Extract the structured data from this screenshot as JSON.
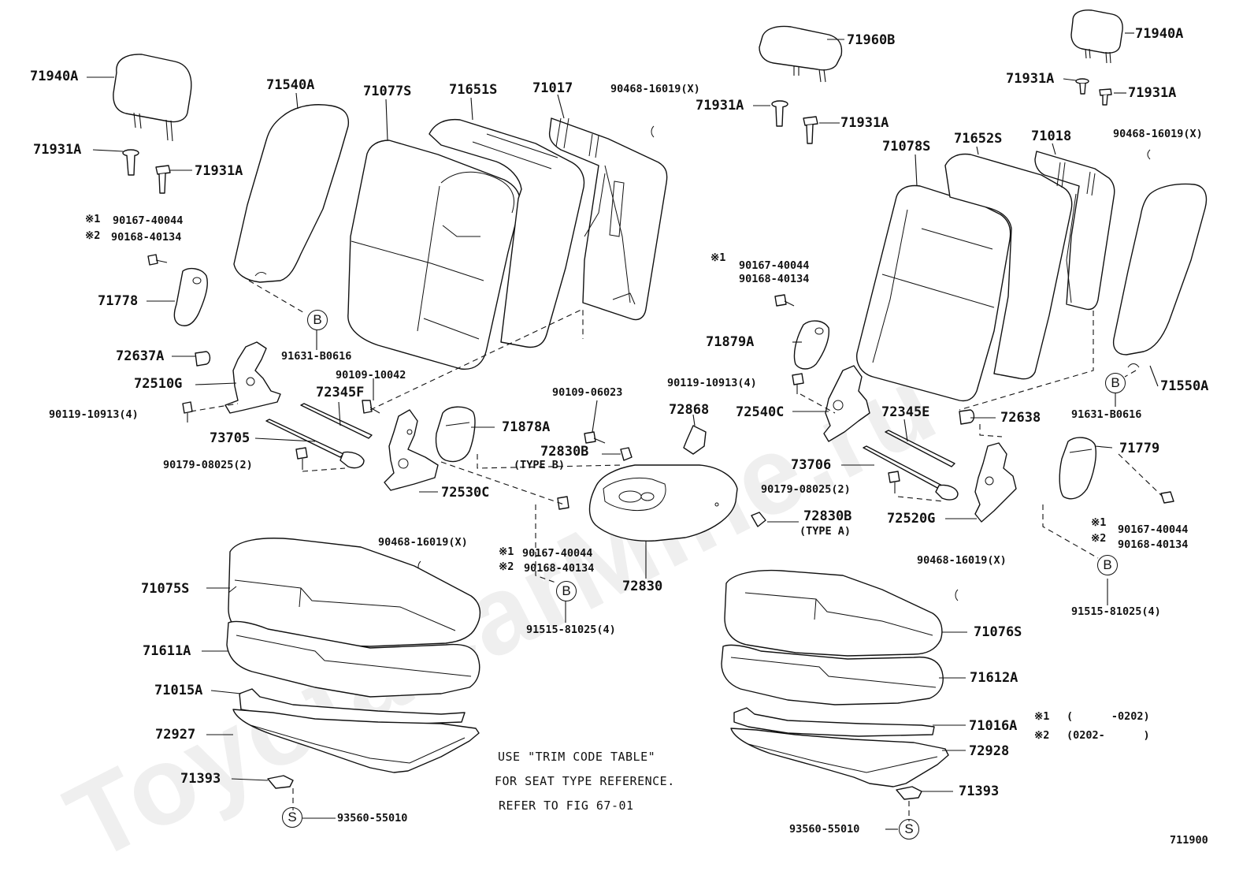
{
  "watermark": "ToyotaCarMine.ru",
  "figure_id": "711900",
  "notes": {
    "line1": "USE \"TRIM CODE TABLE\"",
    "line2": "FOR SEAT TYPE REFERENCE.",
    "line3": "REFER TO FIG 67-01"
  },
  "legend": {
    "row1_mark": "※1",
    "row1_range": "(      -0202)",
    "row2_mark": "※2",
    "row2_range": "(0202-      )"
  },
  "callouts": {
    "b": "B",
    "s": "S"
  },
  "labels": {
    "p71940a_l": "71940A",
    "p71540a": "71540A",
    "p71077s": "71077S",
    "p71651s": "71651S",
    "p71017": "71017",
    "p90468_top_l": "90468-16019(X)",
    "p71960b": "71960B",
    "p71940a_r": "71940A",
    "p71931a_r1": "71931A",
    "p71931a_r2": "71931A",
    "p71931a_l1": "71931A",
    "p71931a_l2": "71931A",
    "p71931a_c1": "71931A",
    "p71931a_c2": "71931A",
    "p90468_top_r": "90468-16019(X)",
    "p71078s": "71078S",
    "p71652s": "71652S",
    "p71018": "71018",
    "m1_l": "※1",
    "p90167_l": "90167-40044",
    "m2_l": "※2",
    "p90168_l": "90168-40134",
    "p71778": "71778",
    "p91631_l": "91631-B0616",
    "p72637a": "72637A",
    "p90109_10042": "90109-10042",
    "p72510g": "72510G",
    "p72345f": "72345F",
    "p90119_l": "90119-10913(4)",
    "p73705": "73705",
    "p90179_l": "90179-08025(2)",
    "p72530c": "72530C",
    "p71878a": "71878A",
    "p90109_06023": "90109-06023",
    "p72868": "72868",
    "p72830b_t": "72830B",
    "p72830b_t_type": "(TYPE B)",
    "p72830b_a": "72830B",
    "p72830b_a_type": "(TYPE A)",
    "p72830": "72830",
    "p90468_mid_l": "90468-16019(X)",
    "m1_c": "※1",
    "p90167_c": "90167-40044",
    "m2_c": "※2",
    "p90168_c": "90168-40134",
    "p91515_l": "91515-81025(4)",
    "m1_r": "※1",
    "p90167_r": "90167-40044",
    "p90168_r": "90168-40134",
    "p71879a": "71879A",
    "p90119_r": "90119-10913(4)",
    "p72540c": "72540C",
    "p72345e": "72345E",
    "p72638": "72638",
    "p73706": "73706",
    "p90179_r": "90179-08025(2)",
    "p72520g": "72520G",
    "p71550a": "71550A",
    "p91631_r": "91631-B0616",
    "p71779": "71779",
    "m1_rr": "※1",
    "p90167_rr": "90167-40044",
    "m2_rr": "※2",
    "p90168_rr": "90168-40134",
    "p91515_r": "91515-81025(4)",
    "p90468_low_r": "90468-16019(X)",
    "p71075s": "71075S",
    "p71611a": "71611A",
    "p71015a": "71015A",
    "p72927": "72927",
    "p71393_l": "71393",
    "p93560_l": "93560-55010",
    "p71076s": "71076S",
    "p71612a": "71612A",
    "p71016a": "71016A",
    "p72928": "72928",
    "p71393_r": "71393",
    "p93560_r": "93560-55010"
  }
}
